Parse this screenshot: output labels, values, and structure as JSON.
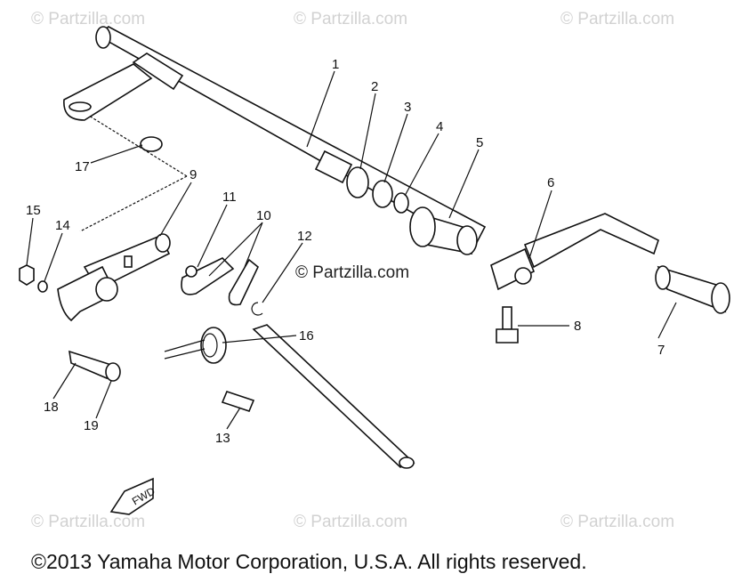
{
  "watermarks": {
    "top_left": "© Partzilla.com",
    "top_center": "© Partzilla.com",
    "top_right": "© Partzilla.com",
    "center": "© Partzilla.com",
    "bottom_left": "© Partzilla.com",
    "bottom_center": "© Partzilla.com",
    "bottom_right": "© Partzilla.com"
  },
  "callouts": [
    "1",
    "2",
    "3",
    "4",
    "5",
    "6",
    "7",
    "8",
    "9",
    "10",
    "11",
    "12",
    "13",
    "14",
    "15",
    "16",
    "17",
    "18",
    "19"
  ],
  "direction_marker": "FWD",
  "copyright": "©2013 Yamaha Motor Corporation, U.S.A. All rights reserved."
}
